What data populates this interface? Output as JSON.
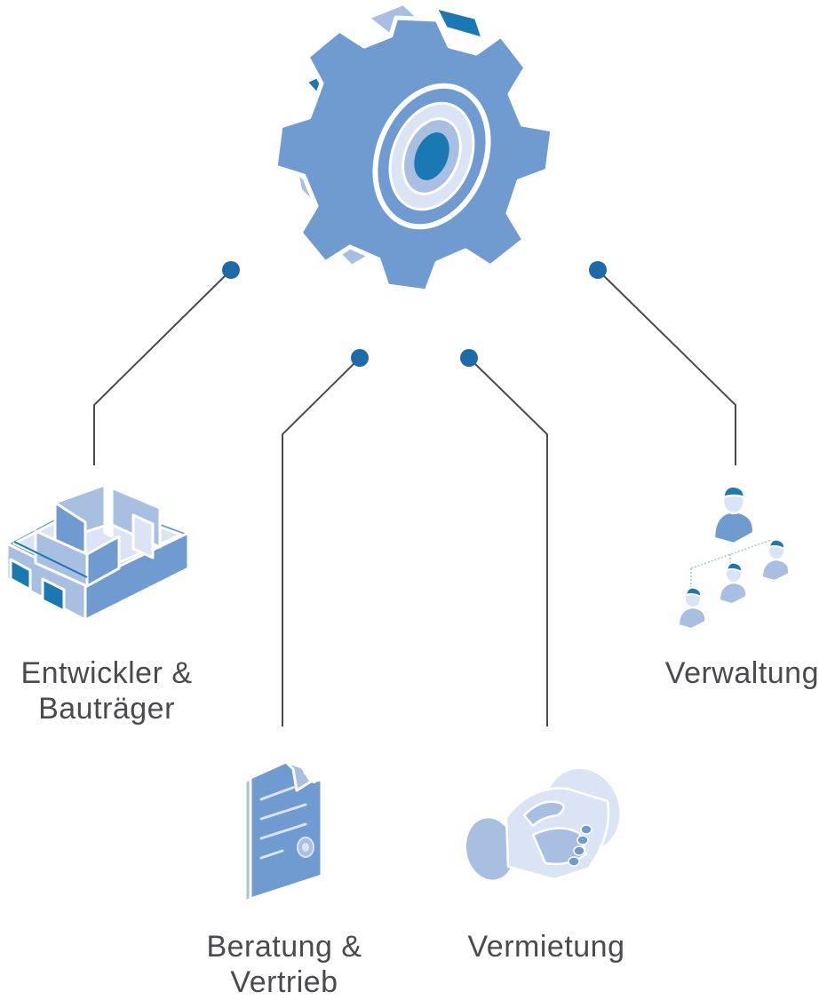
{
  "colors": {
    "dark_blue": "#1a78b3",
    "mid_blue": "#6f9bd0",
    "light_blue": "#a8bfe2",
    "pale_blue": "#dbe4f4",
    "node_fill": "#1d6aa8",
    "line": "#4a4a4f",
    "text": "#4a4a4f"
  },
  "diagram": {
    "center": {
      "icon": "gear-icon"
    },
    "branches": [
      {
        "id": "entwickler",
        "icon": "building-floorplan-icon",
        "label_lines": [
          "Entwickler &",
          "Bauträger"
        ]
      },
      {
        "id": "beratung",
        "icon": "document-certificate-icon",
        "label_lines": [
          "Beratung &",
          "Vertrieb"
        ]
      },
      {
        "id": "vermietung",
        "icon": "handshake-icon",
        "label_lines": [
          "Vermietung"
        ]
      },
      {
        "id": "verwaltung",
        "icon": "people-hierarchy-icon",
        "label_lines": [
          "Verwaltung"
        ]
      }
    ]
  }
}
